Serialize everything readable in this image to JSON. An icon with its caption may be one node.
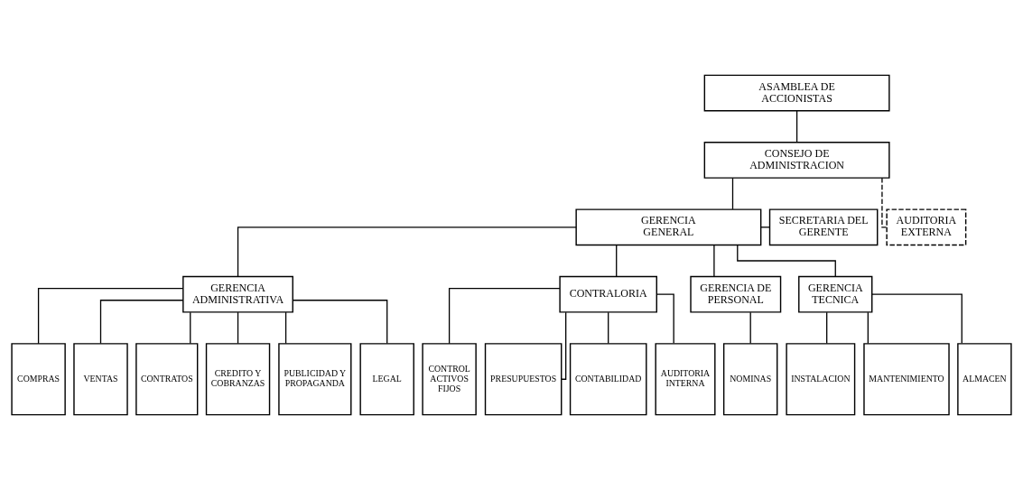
{
  "diagram": {
    "nodes": [
      {
        "text": [
          "ASAMBLEA DE ACCIONISTAS"
        ]
      },
      {
        "text": [
          "CONSEJO DE ADMINISTRACION"
        ]
      },
      {
        "text": [
          "GERENCIA GENERAL"
        ]
      },
      {
        "text": [
          "SECRETARIA DEL GERENTE"
        ]
      },
      {
        "text": [
          "GERENCIA ADMINISTRATIVA"
        ]
      },
      {
        "text": [
          "CONTRALORIA"
        ]
      },
      {
        "text": [
          "GERENCIA DE PERSONAL"
        ]
      },
      {
        "text": [
          "GERENCIA TECNICA"
        ]
      },
      {
        "text": [
          "AUDITORIA EXTERNA"
        ]
      },
      {
        "text": [
          "COMPRAS"
        ]
      },
      {
        "text": [
          "VENTAS"
        ]
      },
      {
        "text": [
          "CONTRATOS"
        ]
      },
      {
        "text": [
          "CREDITO Y COBRANZAS"
        ]
      },
      {
        "text": [
          "PUBLICIDAD Y PROPAGANDA"
        ]
      },
      {
        "text": [
          "LEGAL"
        ]
      },
      {
        "text": [
          "CONTROL ACTIVOS FIJOS"
        ]
      },
      {
        "text": [
          "PRESUPUESTOS"
        ]
      },
      {
        "text": [
          "CONTABILIDAD"
        ]
      },
      {
        "text": [
          "AUDITORIA INTERNA"
        ]
      },
      {
        "text": [
          "NOMINAS"
        ]
      },
      {
        "text": [
          "INSTALACION"
        ]
      },
      {
        "text": [
          "MANTENIMIENTO"
        ]
      },
      {
        "text": [
          "ALMACEN"
        ]
      }
    ],
    "edges": [
      {
        "from": 0,
        "to": 1,
        "arrow": "none"
      },
      {
        "from": 1,
        "to": 2,
        "arrow": "none"
      },
      {
        "from": 1,
        "to": 8,
        "arrow": "none",
        "style": "dashed"
      },
      {
        "from": 2,
        "to": 3,
        "arrow": "none"
      },
      {
        "from": 2,
        "to": 4,
        "arrow": "none"
      },
      {
        "from": 2,
        "to": 5,
        "arrow": "none"
      },
      {
        "from": 2,
        "to": 6,
        "arrow": "none"
      },
      {
        "from": 2,
        "to": 7,
        "arrow": "none"
      },
      {
        "from": 4,
        "to": 9,
        "arrow": "none"
      },
      {
        "from": 4,
        "to": 10,
        "arrow": "none"
      },
      {
        "from": 4,
        "to": 11,
        "arrow": "none"
      },
      {
        "from": 4,
        "to": 12,
        "arrow": "none"
      },
      {
        "from": 4,
        "to": 13,
        "arrow": "none"
      },
      {
        "from": 4,
        "to": 14,
        "arrow": "none"
      },
      {
        "from": 5,
        "to": 15,
        "arrow": "none"
      },
      {
        "from": 5,
        "to": 16,
        "arrow": "none"
      },
      {
        "from": 5,
        "to": 17,
        "arrow": "none"
      },
      {
        "from": 5,
        "to": 18,
        "arrow": "none"
      },
      {
        "from": 6,
        "to": 19,
        "arrow": "none"
      },
      {
        "from": 7,
        "to": 20,
        "arrow": "none"
      },
      {
        "from": 7,
        "to": 21,
        "arrow": "none"
      },
      {
        "from": 7,
        "to": 22,
        "arrow": "none"
      }
    ]
  }
}
